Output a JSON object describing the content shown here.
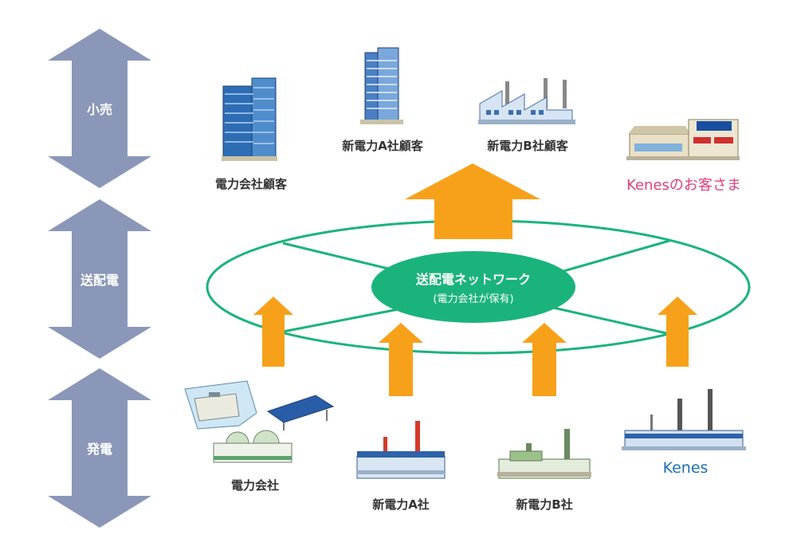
{
  "tiers": {
    "retail": "小売",
    "transmission": "送配電",
    "generation": "発電"
  },
  "network": {
    "title": "送配電ネットワーク",
    "subtitle": "(電力会社が保有)"
  },
  "customers": {
    "utility": "電力会社顧客",
    "pps_a": "新電力A社顧客",
    "pps_b": "新電力B社顧客",
    "kenes": "Kenesのお客さま"
  },
  "generators": {
    "utility": "電力会社",
    "pps_a": "新電力A社",
    "pps_b": "新電力B社",
    "kenes": "Kenes"
  },
  "colors": {
    "tier_arrow": "#8b97b8",
    "flow_arrow": "#f7a11a",
    "network": "#1bb37c",
    "kenes_text": "#1a6fb5",
    "kenes_customer_text": "#e0407e"
  }
}
